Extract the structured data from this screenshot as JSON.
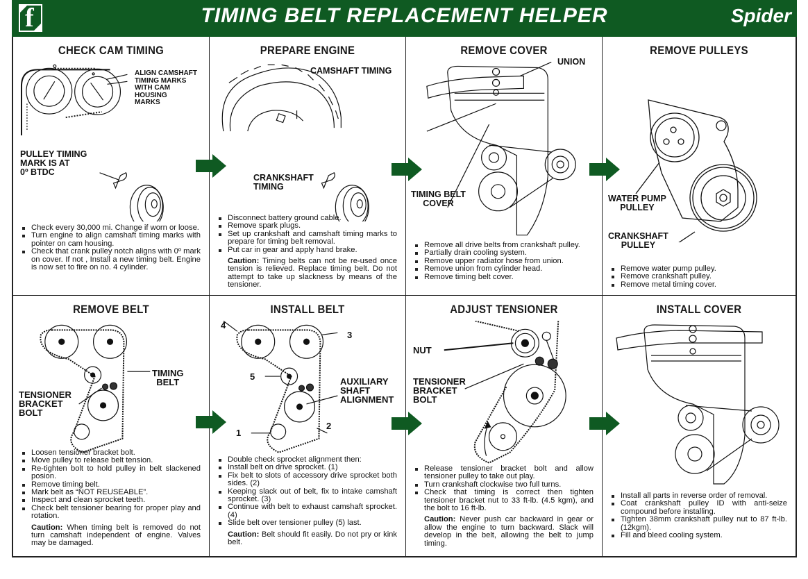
{
  "header": {
    "logo_icon": "brand-f-logo",
    "title": "TIMING BELT REPLACEMENT HELPER",
    "model": "Spider",
    "brand_color": "#0f5a22"
  },
  "arrow_icon": "right-arrow",
  "panels": [
    {
      "title": "CHECK CAM TIMING",
      "labels": {
        "align": [
          "ALIGN CAMSHAFT",
          "TIMING MARKS",
          "WITH CAM",
          "HOUSING",
          "MARKS"
        ],
        "pulley": [
          "PULLEY TIMING",
          "MARK IS AT",
          "0º BTDC"
        ]
      },
      "steps": [
        "Check every 30,000 mi. Change if worn or loose.",
        "Turn engine to align camshaft timing marks with pointer on cam housing.",
        "Check that crank pulley notch aligns with 0º mark on cover. If not , Install a new timing belt. Engine is now set to fire on no. 4 cylinder."
      ]
    },
    {
      "title": "PREPARE ENGINE",
      "labels": {
        "camshaft": "CAMSHAFT TIMING",
        "crankshaft": [
          "CRANKSHAFT",
          "TIMING"
        ]
      },
      "steps": [
        "Disconnect battery ground cable.",
        "Remove spark plugs.",
        "Set up crankshaft and camshaft timing marks to prepare for timing belt removal.",
        "Put car in gear and apply hand brake."
      ],
      "caution_label": "Caution:",
      "caution": "Timing belts can not be re-used once tension is relieved. Replace timing belt. Do not attempt to take up slackness by means of the tensioner."
    },
    {
      "title": "REMOVE COVER",
      "labels": {
        "union": "UNION",
        "cover": [
          "TIMING BELT",
          "COVER"
        ]
      },
      "steps": [
        "Remove all drive belts from crankshaft pulley.",
        "Partially drain cooling system.",
        "Remove upper radiator hose from union.",
        "Remove union from cylinder head.",
        "Remove timing belt cover."
      ]
    },
    {
      "title": "REMOVE PULLEYS",
      "labels": {
        "water_pump": [
          "WATER PUMP",
          "PULLEY"
        ],
        "crankshaft": [
          "CRANKSHAFT",
          "PULLEY"
        ]
      },
      "steps": [
        "Remove water pump pulley.",
        "Remove crankshaft pulley.",
        "Remove metal timing cover."
      ]
    },
    {
      "title": "REMOVE BELT",
      "labels": {
        "belt": [
          "TIMING",
          "BELT"
        ],
        "bolt": [
          "TENSIONER",
          "BRACKET",
          "BOLT"
        ]
      },
      "steps": [
        "Loosen tensioner bracket bolt.",
        "Move pulley to release belt tension.",
        "Re-tighten bolt to hold pulley in belt slackened posion.",
        "Remove timing belt.",
        "Mark belt as “NOT REUSEABLE”.",
        "Inspect and clean sprocket teeth.",
        "Check belt tensioner bearing for proper play and rotation."
      ],
      "caution_label": "Caution:",
      "caution": "When timing belt is removed do not turn camshaft independent of engine. Valves may be damaged."
    },
    {
      "title": "INSTALL BELT",
      "labels": {
        "n1": "1",
        "n2": "2",
        "n3": "3",
        "n4": "4",
        "n5": "5",
        "aux": [
          "AUXILIARY",
          "SHAFT",
          "ALIGNMENT"
        ]
      },
      "steps": [
        "Double check sprocket alignment then:",
        "Install belt on drive sprocket. (1)",
        "Fix belt to slots of accessory drive sprocket both sides. (2)",
        "Keeping slack out of belt, fix to intake camshaft sprocket. (3)",
        "Continue with belt to exhaust camshaft sprocket. (4)",
        "Slide belt over tensioner pulley (5) last."
      ],
      "caution_label": "Caution:",
      "caution": "Belt should fit easily. Do not pry or kink belt."
    },
    {
      "title": "ADJUST TENSIONER",
      "labels": {
        "nut": "NUT",
        "bolt": [
          "TENSIONER",
          "BRACKET",
          "BOLT"
        ]
      },
      "steps": [
        "Release tensioner bracket bolt and allow tensioner pulley to take out play.",
        "Turn crankshaft clockwise two full turns.",
        "Check that timing is correct then tighten tensioner bracket nut to 33 ft-lb. (4.5 kgm), and the bolt to 16 ft-lb."
      ],
      "caution_label": "Caution:",
      "caution": "Never push car backward in gear or allow the engine to turn backward. Slack will develop in the belt, allowing the belt to jump timing."
    },
    {
      "title": "INSTALL COVER",
      "labels": {},
      "steps": [
        "Install all parts in reverse order of removal.",
        "Coat crankshaft pulley ID with anti-seize compound before installing.",
        "Tighten 38mm crankshaft pulley nut to 87 ft-lb. (12kgm).",
        "Fill and bleed cooling system."
      ]
    }
  ]
}
